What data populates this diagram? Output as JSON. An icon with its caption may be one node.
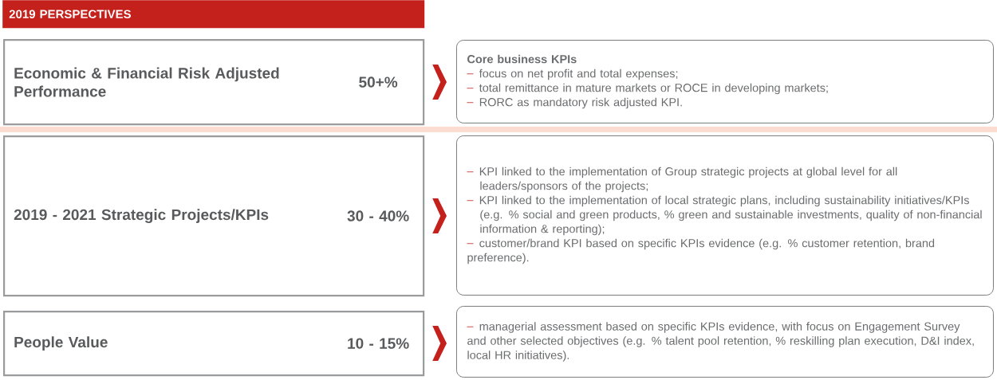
{
  "diagram": {
    "title": "2019 PERSPECTIVES",
    "nodes": [
      {
        "text": [
          "Economic & Financial Risk Adjusted Performance",
          "50+%"
        ]
      },
      {
        "text": [
          "Core business KPIs",
          "focus on net profit and total expenses;",
          "total remittance in mature markets or ROCE in developing markets;",
          "RORC as mandatory risk adjusted KPI."
        ]
      },
      {
        "text": [
          "2019 - 2021 Strategic Projects/KPIs",
          "30 - 40%"
        ]
      },
      {
        "text": [
          "KPI linked to the implementation of Group strategic projects at global level for all leaders/sponsors of the projects;",
          "KPI linked to the implementation of local strategic plans, including sustainability initiatives/KPIs (e.g. % social and green products, % green and sustainable investments, quality of non-financial information & reporting);",
          "customer/brand KPI based on specific KPIs evidence (e.g. % customer retention, brand preference)."
        ]
      },
      {
        "text": [
          "People Value",
          "10 - 15%"
        ]
      },
      {
        "text": [
          "managerial assessment based on specific KPIs evidence, with focus on Engagement Survey and other selected objectives (e.g. % talent pool retention, % reskilling plan execution, D&I index, local HR initiatives)."
        ]
      }
    ],
    "edges": [
      {
        "from": 0,
        "to": 1,
        "arrow": "to"
      },
      {
        "from": 2,
        "to": 3,
        "arrow": "to"
      },
      {
        "from": 4,
        "to": 5,
        "arrow": "to"
      }
    ]
  }
}
